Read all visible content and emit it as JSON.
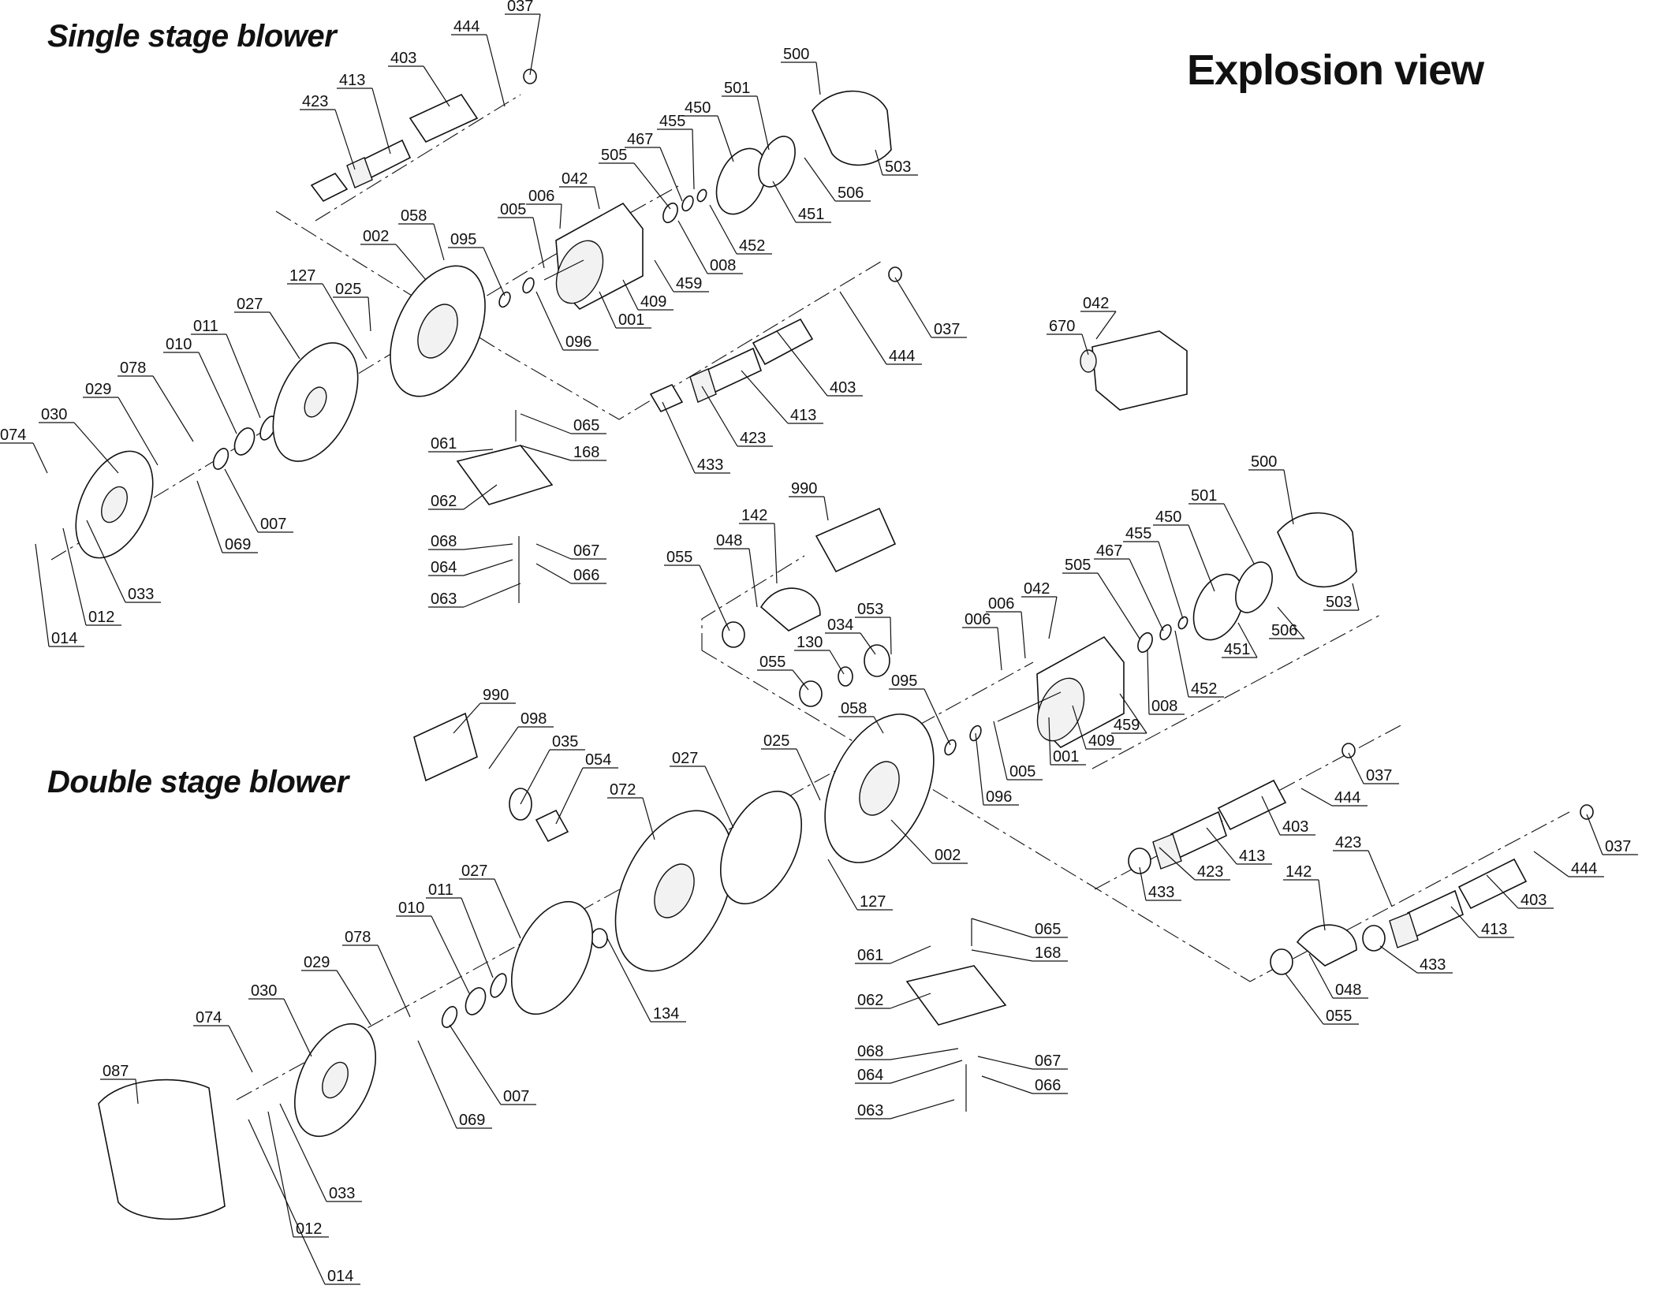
{
  "title": "Explosion view",
  "sections": {
    "single": "Single stage blower",
    "double": "Double stage blower"
  },
  "labels": [
    {
      "t": "037"
    },
    {
      "t": "444"
    },
    {
      "t": "403"
    },
    {
      "t": "413"
    },
    {
      "t": "423"
    },
    {
      "t": "500"
    },
    {
      "t": "501"
    },
    {
      "t": "450"
    },
    {
      "t": "455"
    },
    {
      "t": "467"
    },
    {
      "t": "505"
    },
    {
      "t": "042"
    },
    {
      "t": "006"
    },
    {
      "t": "005"
    },
    {
      "t": "503"
    },
    {
      "t": "506"
    },
    {
      "t": "451"
    },
    {
      "t": "452"
    },
    {
      "t": "008"
    },
    {
      "t": "459"
    },
    {
      "t": "409"
    },
    {
      "t": "001"
    },
    {
      "t": "096"
    },
    {
      "t": "058"
    },
    {
      "t": "002"
    },
    {
      "t": "095"
    },
    {
      "t": "127"
    },
    {
      "t": "025"
    },
    {
      "t": "027"
    },
    {
      "t": "011"
    },
    {
      "t": "010"
    },
    {
      "t": "078"
    },
    {
      "t": "029"
    },
    {
      "t": "030"
    },
    {
      "t": "074"
    },
    {
      "t": "007"
    },
    {
      "t": "069"
    },
    {
      "t": "033"
    },
    {
      "t": "012"
    },
    {
      "t": "014"
    },
    {
      "t": "065"
    },
    {
      "t": "168"
    },
    {
      "t": "061"
    },
    {
      "t": "062"
    },
    {
      "t": "068"
    },
    {
      "t": "064"
    },
    {
      "t": "063"
    },
    {
      "t": "067"
    },
    {
      "t": "066"
    },
    {
      "t": "037"
    },
    {
      "t": "444"
    },
    {
      "t": "403"
    },
    {
      "t": "413"
    },
    {
      "t": "423"
    },
    {
      "t": "433"
    },
    {
      "t": "042"
    },
    {
      "t": "670"
    },
    {
      "t": "990"
    },
    {
      "t": "142"
    },
    {
      "t": "048"
    },
    {
      "t": "055"
    },
    {
      "t": "034"
    },
    {
      "t": "053"
    },
    {
      "t": "130"
    },
    {
      "t": "055"
    },
    {
      "t": "500"
    },
    {
      "t": "501"
    },
    {
      "t": "450"
    },
    {
      "t": "455"
    },
    {
      "t": "467"
    },
    {
      "t": "505"
    },
    {
      "t": "042"
    },
    {
      "t": "006"
    },
    {
      "t": "006"
    },
    {
      "t": "503"
    },
    {
      "t": "506"
    },
    {
      "t": "451"
    },
    {
      "t": "452"
    },
    {
      "t": "008"
    },
    {
      "t": "459"
    },
    {
      "t": "409"
    },
    {
      "t": "001"
    },
    {
      "t": "005"
    },
    {
      "t": "096"
    },
    {
      "t": "095"
    },
    {
      "t": "058"
    },
    {
      "t": "025"
    },
    {
      "t": "002"
    },
    {
      "t": "127"
    },
    {
      "t": "990"
    },
    {
      "t": "098"
    },
    {
      "t": "035"
    },
    {
      "t": "054"
    },
    {
      "t": "072"
    },
    {
      "t": "027"
    },
    {
      "t": "134"
    },
    {
      "t": "027"
    },
    {
      "t": "011"
    },
    {
      "t": "010"
    },
    {
      "t": "078"
    },
    {
      "t": "029"
    },
    {
      "t": "030"
    },
    {
      "t": "074"
    },
    {
      "t": "087"
    },
    {
      "t": "007"
    },
    {
      "t": "069"
    },
    {
      "t": "033"
    },
    {
      "t": "012"
    },
    {
      "t": "014"
    },
    {
      "t": "065"
    },
    {
      "t": "168"
    },
    {
      "t": "061"
    },
    {
      "t": "062"
    },
    {
      "t": "068"
    },
    {
      "t": "064"
    },
    {
      "t": "063"
    },
    {
      "t": "067"
    },
    {
      "t": "066"
    },
    {
      "t": "037"
    },
    {
      "t": "444"
    },
    {
      "t": "403"
    },
    {
      "t": "413"
    },
    {
      "t": "423"
    },
    {
      "t": "433"
    },
    {
      "t": "423"
    },
    {
      "t": "037"
    },
    {
      "t": "444"
    },
    {
      "t": "403"
    },
    {
      "t": "413"
    },
    {
      "t": "433"
    },
    {
      "t": "142"
    },
    {
      "t": "048"
    },
    {
      "t": "055"
    }
  ]
}
